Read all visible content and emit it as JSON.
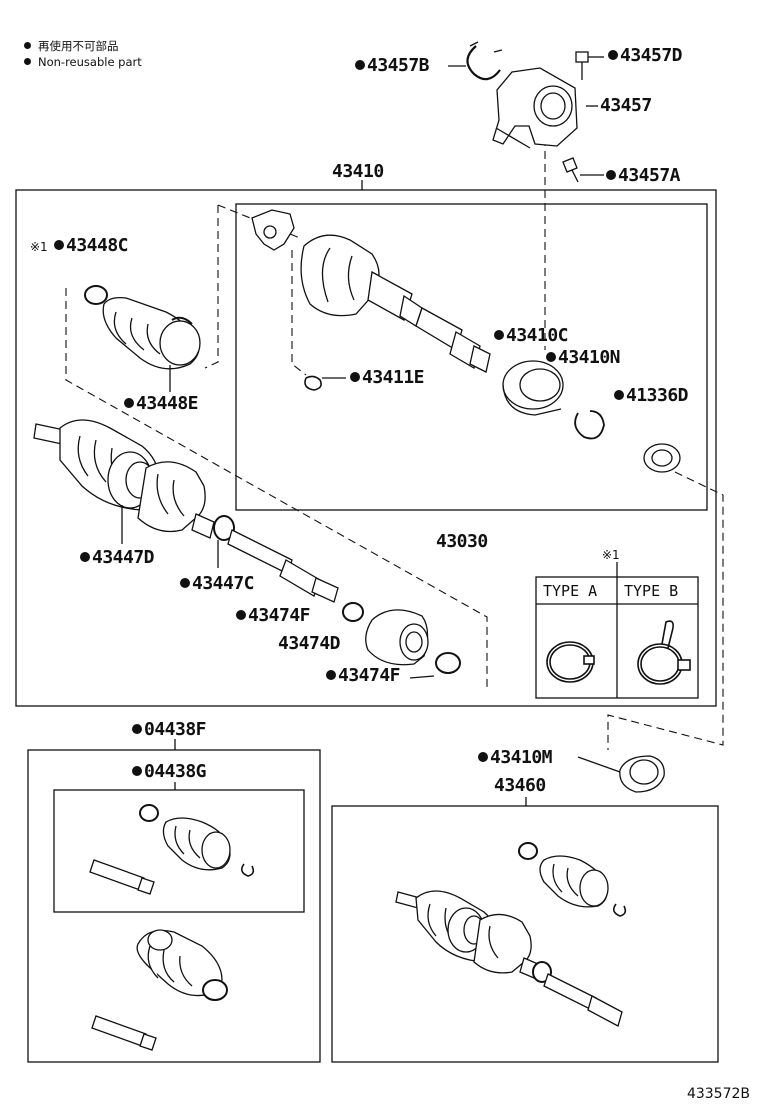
{
  "legend": {
    "line1": "再使用不可部品",
    "line2": "Non-reusable part"
  },
  "ref_mark": "※1",
  "labels": {
    "p43457B": "43457B",
    "p43457D": "43457D",
    "p43457": "43457",
    "p43457A": "43457A",
    "p43410": "43410",
    "p43448C": "43448C",
    "p43448E": "43448E",
    "p43411E": "43411E",
    "p43410C": "43410C",
    "p43410N": "43410N",
    "p41336D": "41336D",
    "p43447D": "43447D",
    "p43030": "43030",
    "p43447C": "43447C",
    "p43474F_a": "43474F",
    "p43474D": "43474D",
    "p43474F_b": "43474F",
    "p04438F": "04438F",
    "p04438G": "04438G",
    "p43410M": "43410M",
    "p43460": "43460"
  },
  "types": {
    "a": "TYPE  A",
    "b": "TYPE  B"
  },
  "diagram_code": "433572B"
}
